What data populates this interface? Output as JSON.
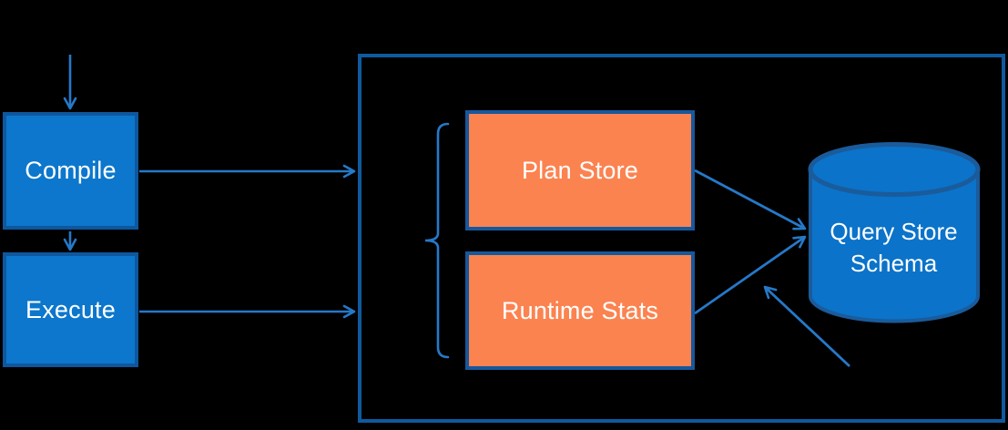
{
  "diagram": {
    "title": "Query Store architecture diagram",
    "background_color": "#000000",
    "text_color": "#ffffff",
    "connector_color": "#2579c8",
    "nodes": {
      "compile": {
        "label": "Compile",
        "fill": "#0c77cc",
        "border": "#0e579e"
      },
      "execute": {
        "label": "Execute",
        "fill": "#0c77cc",
        "border": "#0e579e"
      },
      "plan_store": {
        "label": "Plan Store",
        "fill": "#fb8350",
        "border": "#17589c"
      },
      "runtime_stats": {
        "label": "Runtime Stats",
        "fill": "#fb8350",
        "border": "#17589c"
      },
      "query_store_schema": {
        "label_line1": "Query Store",
        "label_line2": "Schema",
        "fill": "#0b73c9",
        "border": "#1a5b9b",
        "shape": "database-cylinder"
      },
      "query_store_container": {
        "border": "#0f5a9e",
        "fill": "none"
      }
    },
    "connectors": [
      {
        "name": "arrow-into-compile",
        "from": "offscreen-top",
        "to": "compile"
      },
      {
        "name": "arrow-compile-to-execute",
        "from": "compile",
        "to": "execute"
      },
      {
        "name": "arrow-compile-to-query-store-container",
        "from": "compile",
        "to": "query_store_container"
      },
      {
        "name": "arrow-execute-to-query-store-container",
        "from": "execute",
        "to": "query_store_container"
      },
      {
        "name": "arrow-plan-store-to-schema",
        "from": "plan_store",
        "to": "query_store_schema"
      },
      {
        "name": "arrow-runtime-stats-to-schema",
        "from": "runtime_stats",
        "to": "query_store_schema"
      },
      {
        "name": "arrow-from-bottom-right",
        "from": "offscreen-bottom-right",
        "to": "query_store_schema"
      },
      {
        "name": "grouping-brace",
        "groups": [
          "plan_store",
          "runtime_stats"
        ]
      }
    ]
  }
}
